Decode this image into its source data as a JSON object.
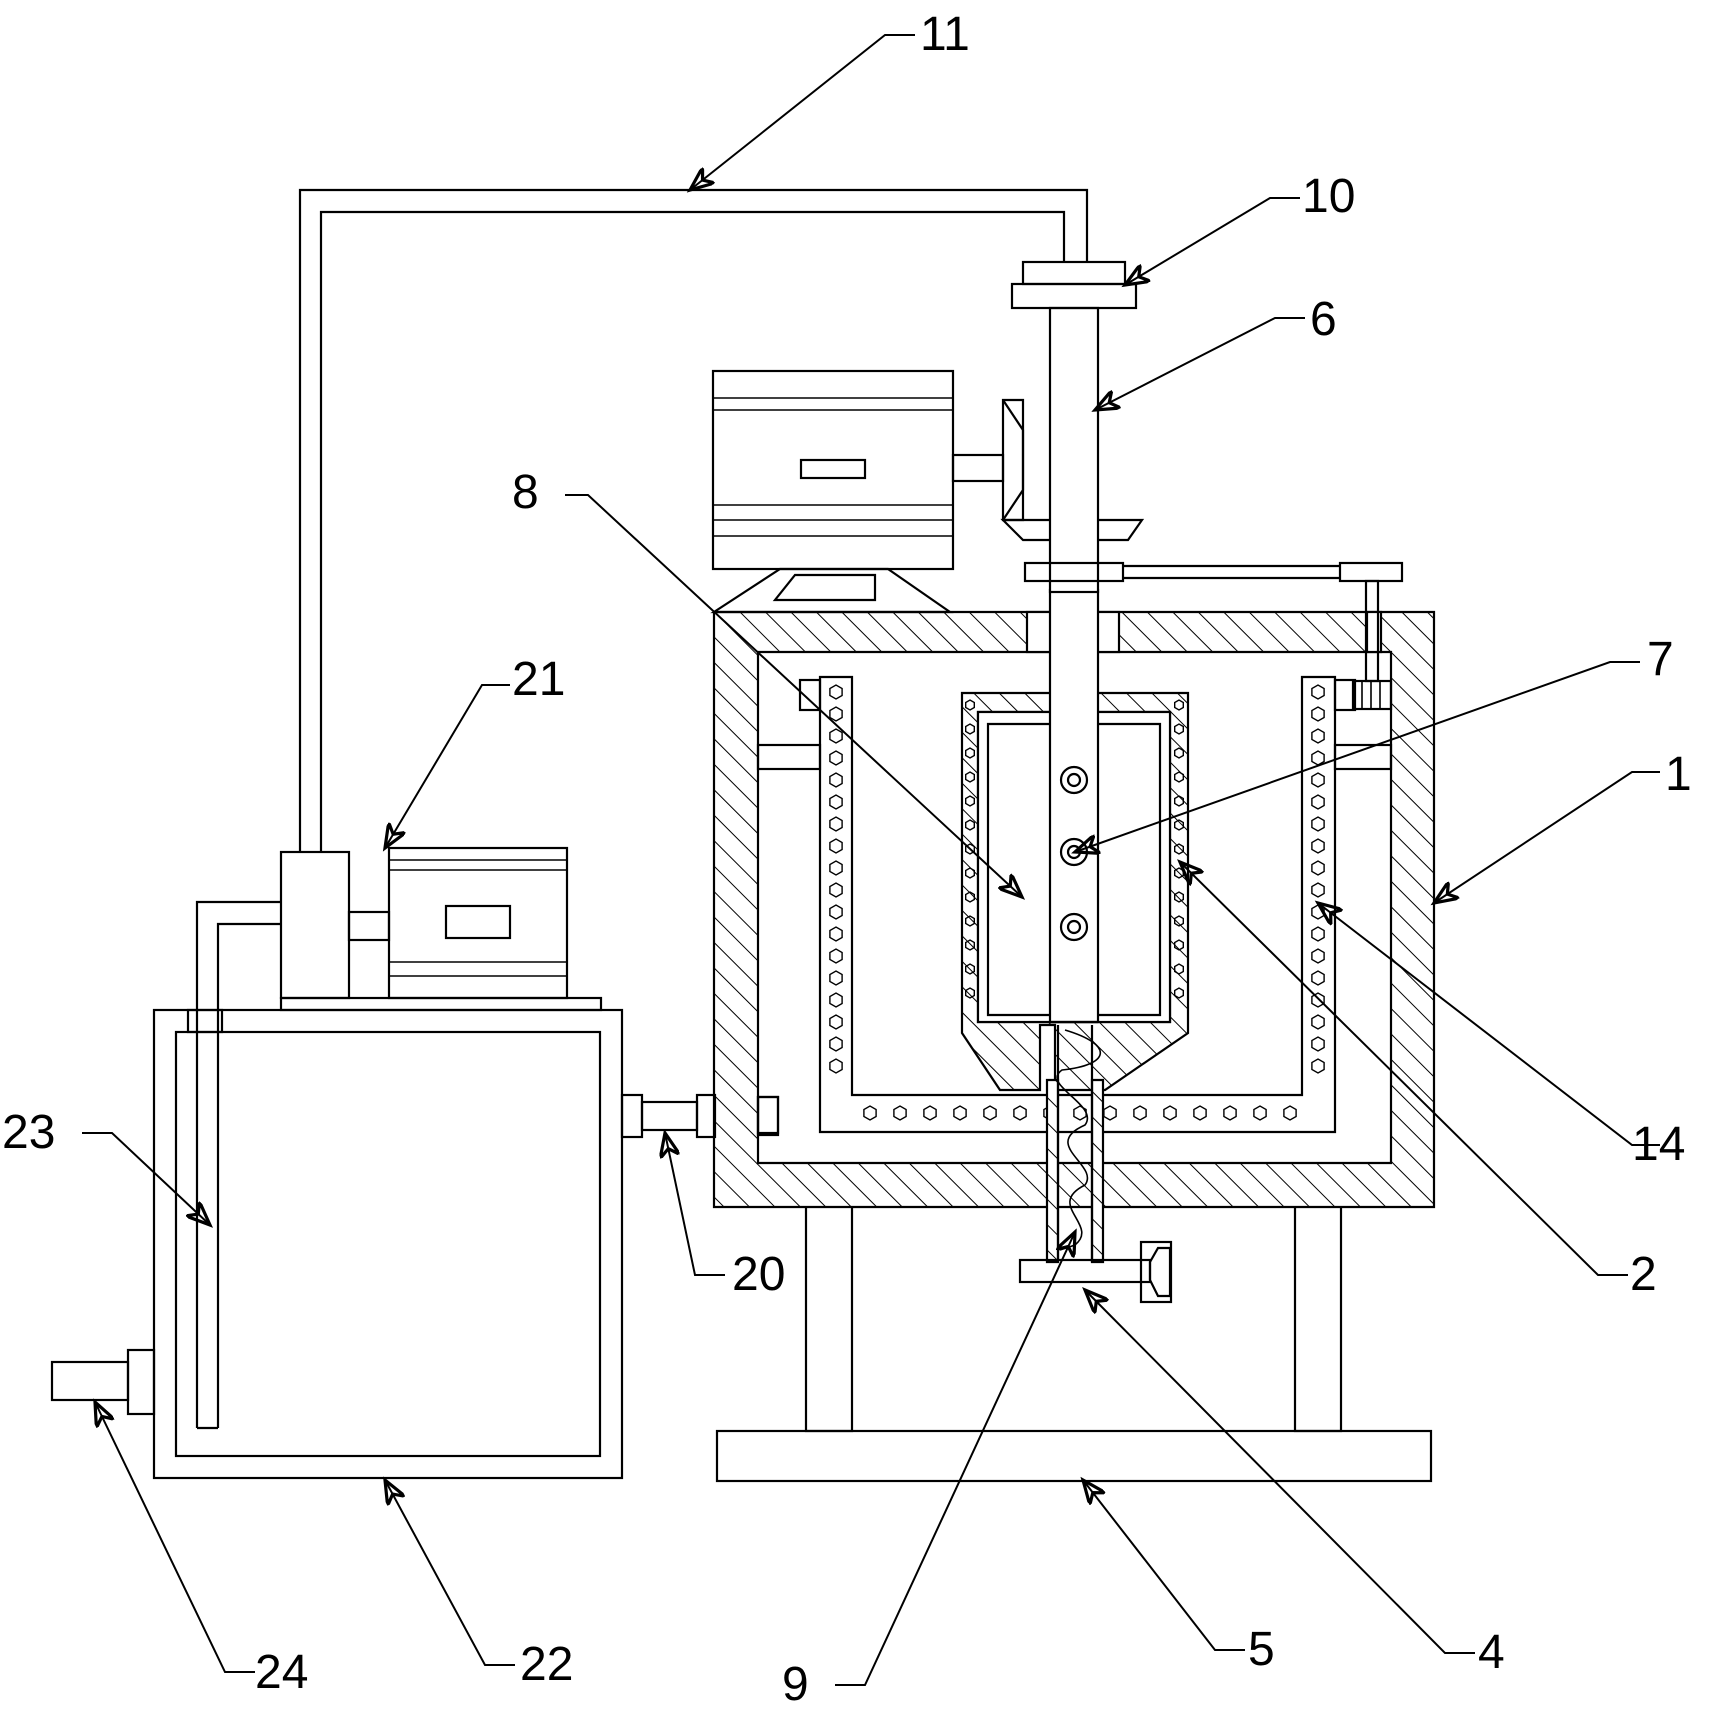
{
  "labels": {
    "l1": "1",
    "l2": "2",
    "l4": "4",
    "l5": "5",
    "l6": "6",
    "l7": "7",
    "l8": "8",
    "l9": "9",
    "l10": "10",
    "l11": "11",
    "l14": "14",
    "l20": "20",
    "l21": "21",
    "l22": "22",
    "l23": "23",
    "l24": "24"
  },
  "colors": {
    "stroke": "#000000",
    "background": "#ffffff"
  }
}
